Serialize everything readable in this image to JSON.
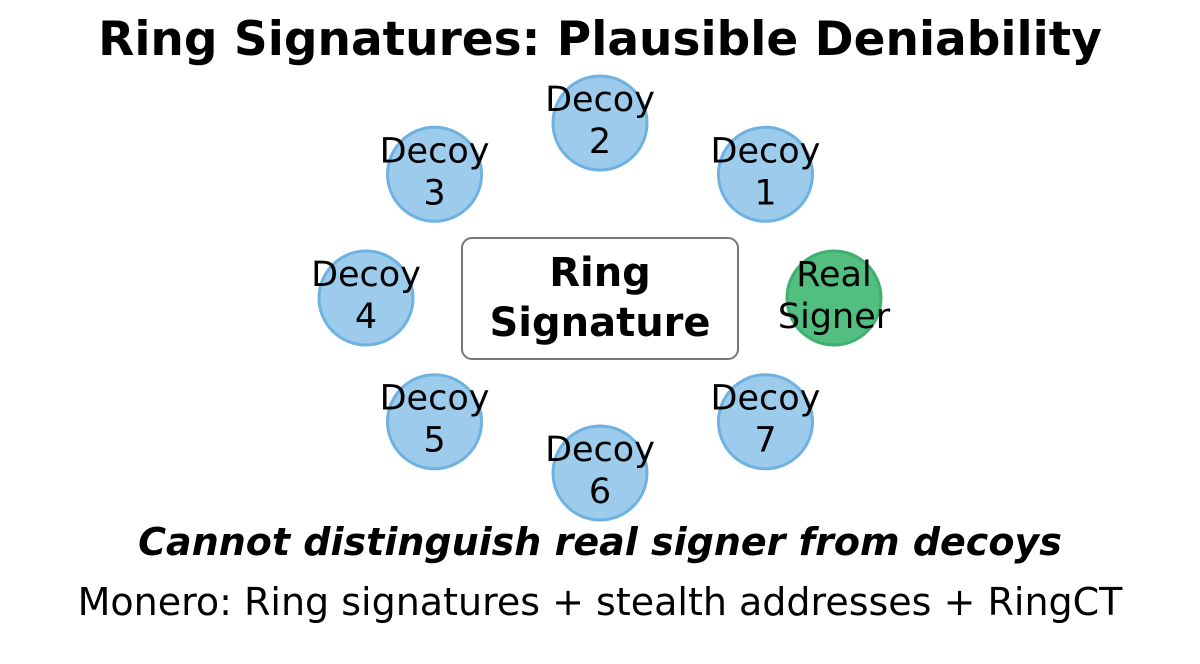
{
  "title": "Ring Signatures: Plausible Deniability",
  "center_box": {
    "line1": "Ring",
    "line2": "Signature"
  },
  "nodes": [
    {
      "line1": "Real",
      "line2": "Signer",
      "real": true
    },
    {
      "line1": "Decoy",
      "line2": "1",
      "real": false
    },
    {
      "line1": "Decoy",
      "line2": "2",
      "real": false
    },
    {
      "line1": "Decoy",
      "line2": "3",
      "real": false
    },
    {
      "line1": "Decoy",
      "line2": "4",
      "real": false
    },
    {
      "line1": "Decoy",
      "line2": "5",
      "real": false
    },
    {
      "line1": "Decoy",
      "line2": "6",
      "real": false
    },
    {
      "line1": "Decoy",
      "line2": "7",
      "real": false
    }
  ],
  "caption": "Cannot distinguish real signer from decoys",
  "footer": "Monero: Ring signatures + stealth addresses + RingCT",
  "colors": {
    "decoy_fill": "#9ccbeb",
    "decoy_stroke": "#6fb2e2",
    "real_fill": "#52be80",
    "real_stroke": "#3fb06e"
  }
}
